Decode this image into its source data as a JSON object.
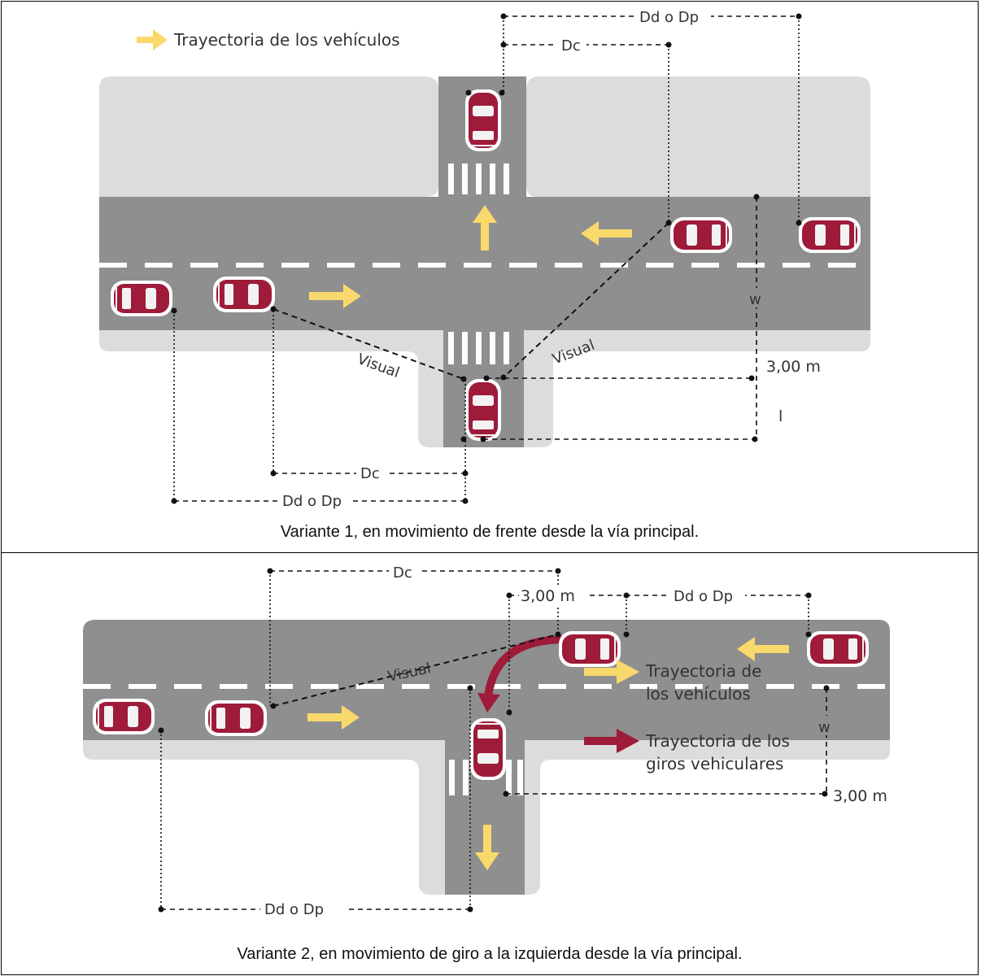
{
  "colors": {
    "road": "#8f8f8f",
    "sidewalk": "#dcdcdc",
    "car": "#9e1b3a",
    "car_window": "#f2f2f2",
    "traffic_arrow": "#f9d96b",
    "turn_arrow": "#9e1b3a",
    "marking": "#ffffff",
    "dim_line": "#111111"
  },
  "variant1": {
    "legend": "Trayectoria de los vehículos",
    "top_dim_long": "Dd o Dp",
    "top_dim_short": "Dc",
    "visual_left": "Visual",
    "visual_right": "Visual",
    "w_label": "w",
    "three_m": "3,00 m",
    "l_label": "l",
    "bottom_dim_short": "Dc",
    "bottom_dim_long": "Dd o Dp",
    "caption": "Variante 1, en movimiento de frente desde la vía principal."
  },
  "variant2": {
    "top_dim_c": "Dc",
    "three_m_top": "3,00 m",
    "top_dim_dp": "Dd o Dp",
    "visual": "Visual",
    "w_label": "w",
    "three_m": "3,00 m",
    "bottom_dim": "Dd o Dp",
    "legend_vehicles_1": "Trayectoria de",
    "legend_vehicles_2": "los vehículos",
    "legend_turns_1": "Trayectoria de los",
    "legend_turns_2": "giros vehiculares",
    "caption": "Variante 2, en movimiento de giro a la izquierda desde la vía principal."
  }
}
